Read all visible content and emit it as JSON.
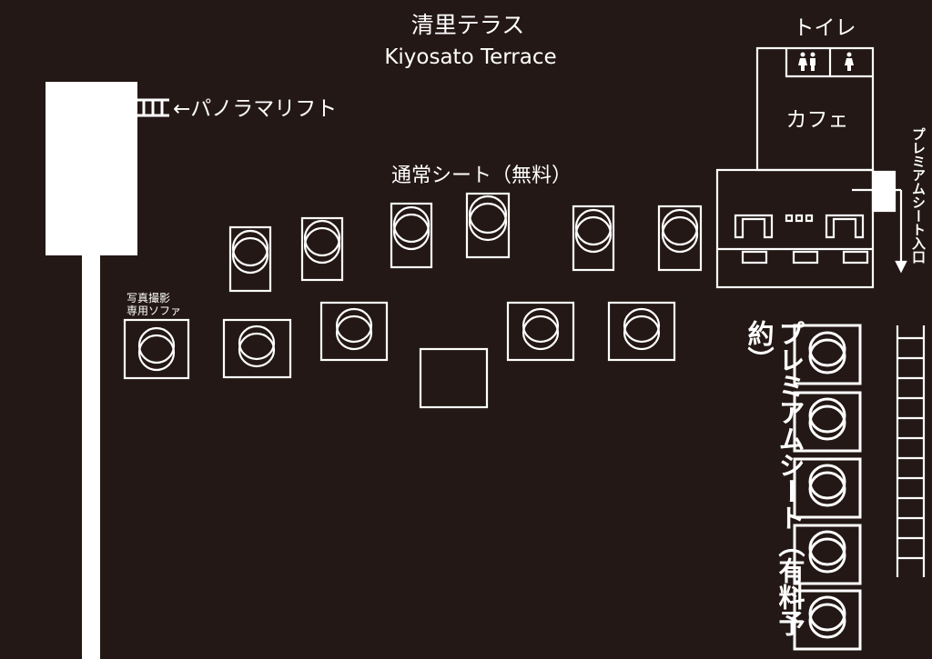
{
  "title_ja": "清里テラス",
  "title_en": "Kiyosato Terrace",
  "lift_label": "←パノラマリフト",
  "regular_seats_label": "通常シート（無料）",
  "photo_sofa_label_line1": "写真撮影",
  "photo_sofa_label_line2": "専用ソファ",
  "toilet_label": "トイレ",
  "cafe_label": "カフェ",
  "premium_entrance_label": "プレミアムシート入口",
  "premium_seats_label": "プレミアムシート（有料予約）",
  "icons": [
    "restroom-icon",
    "female-restroom-icon"
  ],
  "colors": {
    "background": "#231815",
    "line": "#ffffff"
  }
}
